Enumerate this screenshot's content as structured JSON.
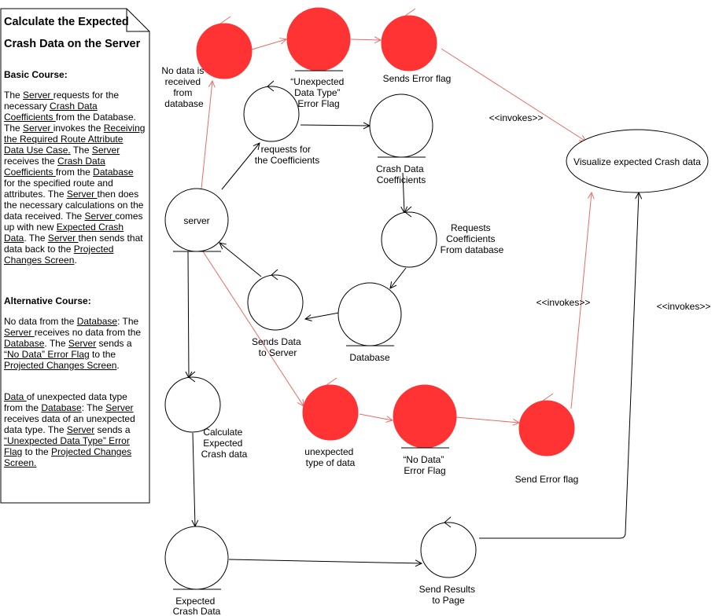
{
  "note": {
    "title_line1": "Calculate the Expected",
    "title_line2": "Crash Data on the Server",
    "basic_heading": "Basic Course:",
    "basic_lines": [
      [
        {
          "t": "The "
        },
        {
          "t": "Server ",
          "u": true
        },
        {
          "t": "requests for the"
        }
      ],
      [
        {
          "t": "necessary "
        },
        {
          "t": "Crash Data",
          "u": true
        }
      ],
      [
        {
          "t": "Coefficients ",
          "u": true
        },
        {
          "t": "from the Database."
        }
      ],
      [
        {
          "t": "The "
        },
        {
          "t": "Server ",
          "u": true
        },
        {
          "t": "invokes the "
        },
        {
          "t": "Receiving",
          "u": true
        }
      ],
      [
        {
          "t": "the Required Route Attribute",
          "u": true
        }
      ],
      [
        {
          "t": "Data Use Case.",
          "u": true
        },
        {
          "t": " The "
        },
        {
          "t": "Server",
          "u": true
        }
      ],
      [
        {
          "t": "receives the "
        },
        {
          "t": "Crash Data",
          "u": true
        }
      ],
      [
        {
          "t": "Coefficients ",
          "u": true
        },
        {
          "t": "from the "
        },
        {
          "t": "Database",
          "u": true
        }
      ],
      [
        {
          "t": "for the specified route and"
        }
      ],
      [
        {
          "t": "attributes. The "
        },
        {
          "t": "Server ",
          "u": true
        },
        {
          "t": "then does"
        }
      ],
      [
        {
          "t": "the necessary calculations on the"
        }
      ],
      [
        {
          "t": "data received. The "
        },
        {
          "t": "Server ",
          "u": true
        },
        {
          "t": "comes"
        }
      ],
      [
        {
          "t": "up with new "
        },
        {
          "t": "Expected Crash",
          "u": true
        }
      ],
      [
        {
          "t": "Data",
          "u": true
        },
        {
          "t": ". The "
        },
        {
          "t": "Server ",
          "u": true
        },
        {
          "t": "then sends that"
        }
      ],
      [
        {
          "t": "data back to the "
        },
        {
          "t": "Projected",
          "u": true
        }
      ],
      [
        {
          "t": "Changes Screen",
          "u": true
        },
        {
          "t": "."
        }
      ]
    ],
    "alt_heading": "Alternative Course:",
    "alt1_lines": [
      [
        {
          "t": "No data from the "
        },
        {
          "t": "Database",
          "u": true
        },
        {
          "t": ": The"
        }
      ],
      [
        {
          "t": "Server ",
          "u": true
        },
        {
          "t": "receives no data from the"
        }
      ],
      [
        {
          "t": "Database",
          "u": true
        },
        {
          "t": ". The "
        },
        {
          "t": "Server",
          "u": true
        },
        {
          "t": " sends a"
        }
      ],
      [
        {
          "t": "“No Data” Error Flag",
          "u": true
        },
        {
          "t": " to the"
        }
      ],
      [
        {
          "t": "Projected Changes Screen",
          "u": true
        },
        {
          "t": "."
        }
      ]
    ],
    "alt2_lines": [
      [
        {
          "t": "Data ",
          "u": true
        },
        {
          "t": "of unexpected data type"
        }
      ],
      [
        {
          "t": "from the "
        },
        {
          "t": "Database",
          "u": true
        },
        {
          "t": ": The "
        },
        {
          "t": "Server",
          "u": true
        }
      ],
      [
        {
          "t": "receives data of an unexpected"
        }
      ],
      [
        {
          "t": "data type. The "
        },
        {
          "t": "Server",
          "u": true
        },
        {
          "t": " sends a"
        }
      ],
      [
        {
          "t": "“Unexpected Data Type” Error",
          "u": true
        }
      ],
      [
        {
          "t": "Flag",
          "u": true
        },
        {
          "t": " to the "
        },
        {
          "t": "Projected Changes",
          "u": true
        }
      ],
      [
        {
          "t": "Screen.",
          "u": true
        }
      ]
    ]
  },
  "labels": {
    "no_data_received": [
      "No data is",
      "received",
      "from",
      "database"
    ],
    "unexpected_flag": [
      "“Unexpected",
      "Data Type”",
      "Error Flag"
    ],
    "sends_error_flag_top": "Sends Error flag",
    "invokes_top": "<<invokes>>",
    "visualize": "Visualize expected Crash data",
    "requests_coeffs": [
      "requests for",
      "the Coefficients"
    ],
    "crash_data_coeffs": [
      "Crash Data",
      "Coefficients"
    ],
    "server": "server",
    "requests_from_db": [
      "Requests",
      "Coefficients",
      "From database"
    ],
    "sends_data": [
      "Sends Data",
      "to Server"
    ],
    "database": "Database",
    "invokes_mid": "<<invokes>>",
    "invokes_right": "<<invokes>>",
    "calculate": [
      "Calculate",
      "Expected",
      "Crash data"
    ],
    "unexpected_type": [
      "unexpected",
      "type of data"
    ],
    "no_data_flag": [
      "“No Data”",
      "Error Flag"
    ],
    "send_error_flag_bottom": "Send Error flag",
    "expected_crash_data": [
      "Expected",
      "Crash Data"
    ],
    "send_results": [
      "Send Results",
      "to Page"
    ]
  },
  "colors": {
    "error_fill": "#ff3333",
    "error_line": "#ea6b66",
    "black": "#000000"
  }
}
